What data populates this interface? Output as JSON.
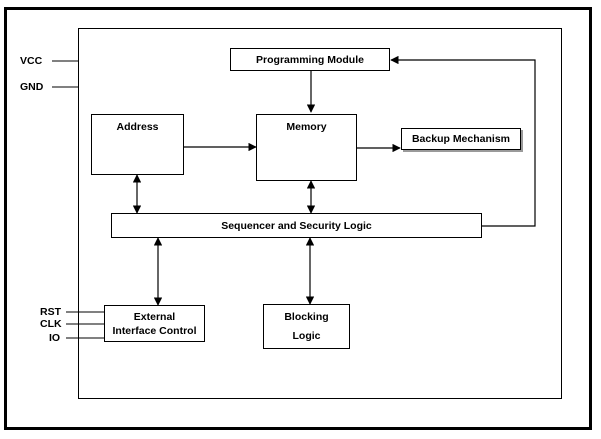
{
  "blocks": {
    "programming_module": "Programming Module",
    "address": "Address",
    "memory": "Memory",
    "backup_mechanism": "Backup Mechanism",
    "sequencer": "Sequencer and Security Logic",
    "external_interface": [
      "External",
      "Interface Control"
    ],
    "blocking_logic": [
      "Blocking",
      "Logic"
    ]
  },
  "pins": {
    "vcc": "VCC",
    "gnd": "GND",
    "rst": "RST",
    "clk": "CLK",
    "io": "IO"
  }
}
